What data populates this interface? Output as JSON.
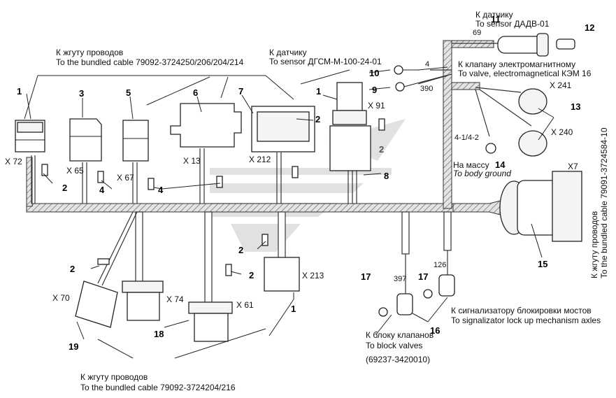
{
  "bundle_top_left": {
    "ru": "К жгуту проводов",
    "en": "To the bundled cable 79092-3724250/206/204/214"
  },
  "bundle_bottom_left": {
    "ru": "К жгуту проводов",
    "en": "To the bundled cable 79092-3724204/216"
  },
  "sensor_dgsm": {
    "ru": "К датчику",
    "en": "To sensor ДГСМ-М-100-24-01"
  },
  "sensor_dadv": {
    "ru": "К датчику",
    "en": "To sensor ДАДВ-01"
  },
  "valve_kem": {
    "ru": "К клапану электромагнитному",
    "en": "To valve, electromagnetical КЭМ 16"
  },
  "body_ground": {
    "ru": "На массу",
    "en": "To body ground"
  },
  "bundle_right": {
    "ru": "К жгуту проводов",
    "en": "To the bundled cable 79091-3724584-10"
  },
  "block_valves": {
    "ru": "К блоку клапанов",
    "en": "To block valves",
    "code": "(69237-3420010)"
  },
  "signalizator": {
    "ru": "К сигнализатору блокировки мостов",
    "en": "To signalizator lock up mechanism axles"
  },
  "connectors": {
    "x72": "X 72",
    "x65": "X 65",
    "x67": "X 67",
    "x13": "X 13",
    "x212": "X 212",
    "x91": "X 91",
    "x241": "X 241",
    "x240": "X 240",
    "x7": "X7",
    "x213": "X 213",
    "x70": "X 70",
    "x74": "X 74",
    "x61": "X 61"
  },
  "dimensions": {
    "d69": "69",
    "d4": "4",
    "d390": "390",
    "d397": "397",
    "d126": "126",
    "d412": "4-1/4-2"
  },
  "callouts": {
    "c1a": "1",
    "c3": "3",
    "c5": "5",
    "c6": "6",
    "c7": "7",
    "c1b": "1",
    "c2a": "2",
    "c11": "11",
    "c12": "12",
    "c10": "10",
    "c9": "9",
    "c13": "13",
    "c14": "14",
    "c2b": "2",
    "c4a": "4",
    "c4b": "4",
    "c2c": "2",
    "c8": "8",
    "c15": "15",
    "c2d": "2",
    "c2e": "2",
    "c2f": "2",
    "c1c": "1",
    "c17a": "17",
    "c17b": "17",
    "c16": "16",
    "c19": "19",
    "c18": "18"
  },
  "colors": {
    "line": "#222222",
    "bundle_fill": "#d8d8d8",
    "watermark": "#c9c9c9"
  }
}
